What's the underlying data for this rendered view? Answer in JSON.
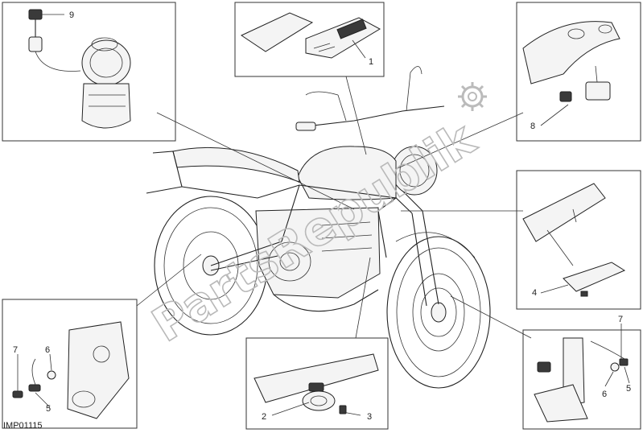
{
  "diagram": {
    "code": "IMP01115",
    "watermark": "PartsRepublik",
    "callouts": [
      {
        "id": "c1",
        "label": "1"
      },
      {
        "id": "c2",
        "label": "2"
      },
      {
        "id": "c3",
        "label": "3"
      },
      {
        "id": "c4",
        "label": "4"
      },
      {
        "id": "c5a",
        "label": "5"
      },
      {
        "id": "c5b",
        "label": "5"
      },
      {
        "id": "c6a",
        "label": "6"
      },
      {
        "id": "c6b",
        "label": "6"
      },
      {
        "id": "c7a",
        "label": "7"
      },
      {
        "id": "c7b",
        "label": "7"
      },
      {
        "id": "c8",
        "label": "8"
      },
      {
        "id": "c9",
        "label": "9"
      }
    ]
  }
}
